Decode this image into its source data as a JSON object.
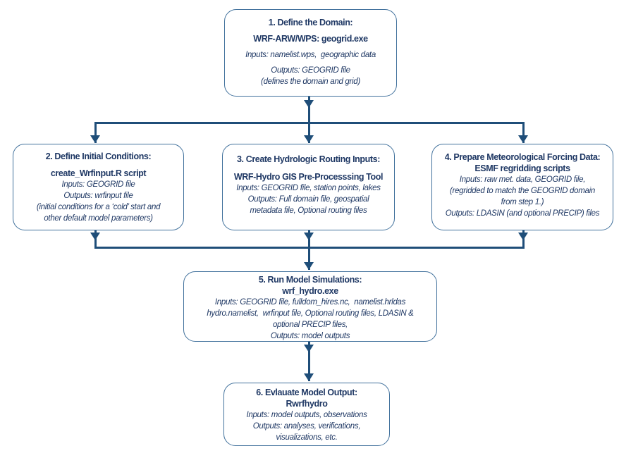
{
  "boxes": [
    {
      "title": "1. Define the Domain:",
      "subtitle": "WRF-ARW/WPS: geogrid.exe",
      "lines": [
        "Inputs: namelist.wps,  geographic data",
        "Outputs: GEOGRID file",
        "(defines the domain and grid)"
      ]
    },
    {
      "title": "2. Define Initial Conditions:",
      "subtitle": "create_Wrfinput.R script",
      "lines": [
        "Inputs: GEOGRID file",
        "Outputs: wrfinput file",
        "(initial conditions for a ‘cold’ start and",
        "other default model parameters)"
      ]
    },
    {
      "title": "3. Create Hydrologic Routing Inputs:",
      "subtitle": "WRF-Hydro GIS Pre-Processsing Tool",
      "lines": [
        "Inputs: GEOGRID file, station points, lakes",
        "Outputs: Full domain file, geospatial",
        "metadata file, Optional routing files"
      ]
    },
    {
      "title": "4. Prepare Meteorological Forcing Data:",
      "subtitle": "ESMF regridding scripts",
      "lines": [
        "Inputs: raw met. data, GEOGRID file,",
        "(regridded to match the GEOGRID domain",
        "from step 1.)",
        "Outputs: LDASIN (and optional PRECIP) files"
      ]
    },
    {
      "title": "5. Run Model Simulations:",
      "subtitle": "wrf_hydro.exe",
      "lines": [
        "Inputs: GEOGRID file, fulldom_hires.nc,  namelist.hrldas",
        "hydro.namelist,  wrfinput file, Optional routing files, LDASIN &",
        "optional PRECIP files,",
        "Outputs: model outputs"
      ]
    },
    {
      "title": "6. Evlauate Model Output:",
      "subtitle": "Rwrfhydro",
      "lines": [
        "Inputs: model outputs, observations",
        "Outputs: analyses, verifications,",
        "visualizations, etc."
      ]
    }
  ],
  "colors": {
    "border": "#41719C",
    "arrow": "#1F4E79",
    "text": "#1F3864",
    "background": "#FFFFFF"
  }
}
